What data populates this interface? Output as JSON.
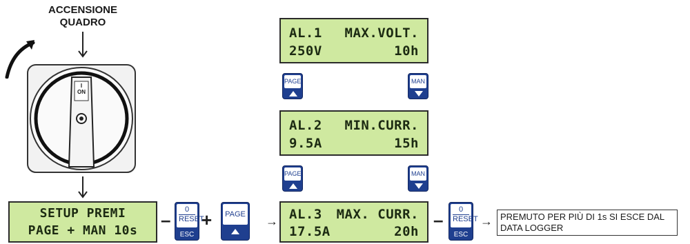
{
  "title_line1": "ACCENSIONE",
  "title_line2": "QUADRO",
  "switch_label_top": "I",
  "switch_label_on": "ON",
  "setup_line1": "SETUP PREMI",
  "setup_line2": "PAGE + MAN 10s",
  "lcd1": {
    "label": "AL.1",
    "type": "MAX.VOLT.",
    "value": "250V",
    "time": "10h"
  },
  "lcd2": {
    "label": "AL.2",
    "type": "MIN.CURR.",
    "value": "9.5A",
    "time": "15h"
  },
  "lcd3": {
    "label": "AL.3",
    "type": "MAX. CURR.",
    "value": "17.5A",
    "time": "20h"
  },
  "button_page": "PAGE",
  "button_man": "MAN",
  "reset_zero": "0",
  "reset_label": "RESET",
  "reset_esc": "ESC",
  "plus": "+",
  "minus": "–",
  "arrow": "→",
  "note_text": "PREMUTO PER PIÙ DI 1s SI ESCE DAL DATA LOGGER",
  "colors": {
    "lcd": "#cfe9a0",
    "button": "#1f3f8f"
  }
}
